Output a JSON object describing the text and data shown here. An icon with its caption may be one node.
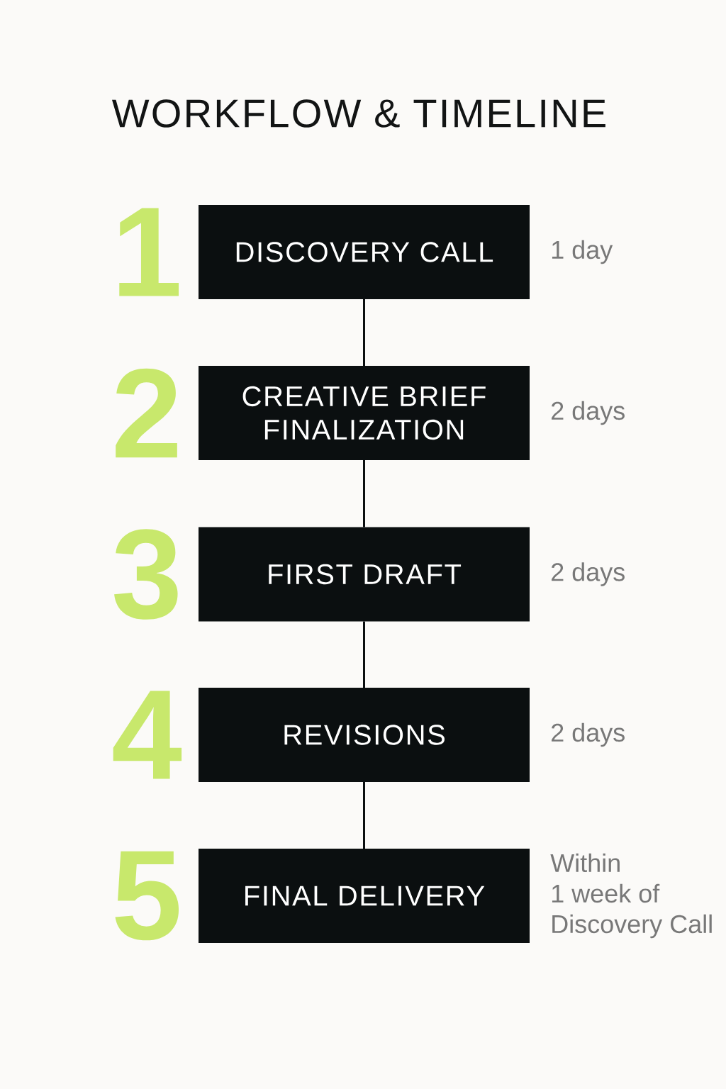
{
  "diagram": {
    "title": "WORKFLOW & TIMELINE",
    "nodes": [
      {
        "text": [
          "DISCOVERY CALL"
        ],
        "beside": [
          "1",
          "1 day"
        ]
      },
      {
        "text": [
          "CREATIVE BRIEF FINALIZATION"
        ],
        "beside": [
          "2",
          "2 days"
        ]
      },
      {
        "text": [
          "FIRST DRAFT"
        ],
        "beside": [
          "3",
          "2 days"
        ]
      },
      {
        "text": [
          "REVISIONS"
        ],
        "beside": [
          "4",
          "2 days"
        ]
      },
      {
        "text": [
          "FINAL DELIVERY"
        ],
        "beside": [
          "5",
          "Within 1 week of Discovery Call"
        ]
      }
    ],
    "edges": [
      {
        "from": 0,
        "to": 1,
        "arrow": "none"
      },
      {
        "from": 1,
        "to": 2,
        "arrow": "none"
      },
      {
        "from": 2,
        "to": 3,
        "arrow": "none"
      },
      {
        "from": 3,
        "to": 4,
        "arrow": "none"
      }
    ]
  }
}
